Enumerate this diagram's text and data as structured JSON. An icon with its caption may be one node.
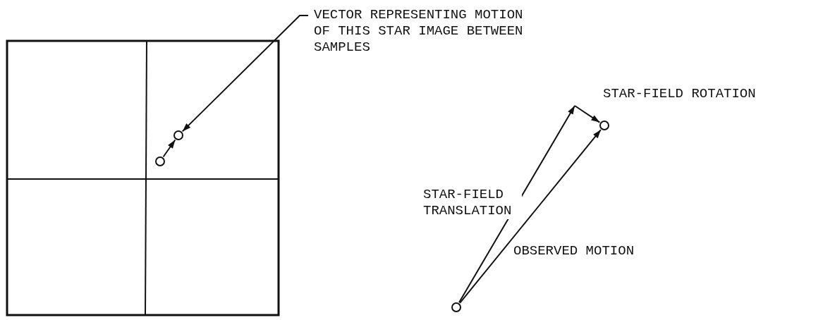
{
  "diagram": {
    "nodes": [
      {
        "text": [
          "VECTOR REPRESENTING MOTION OF THIS STAR IMAGE BETWEEN SAMPLES"
        ]
      },
      {
        "text": [],
        "shape": "circle"
      },
      {
        "text": [],
        "shape": "circle"
      },
      {
        "text": [],
        "shape": "circle"
      },
      {
        "text": [],
        "shape": "circle"
      }
    ],
    "edges": [
      {
        "from": 0,
        "to": 2,
        "arrow": "to"
      },
      {
        "from": 1,
        "to": 2,
        "arrow": "to"
      },
      {
        "from": 3,
        "to": null,
        "arrow": "to",
        "label": "STAR-FIELD TRANSLATION"
      },
      {
        "from": null,
        "to": 4,
        "arrow": "to",
        "label": "STAR-FIELD ROTATION"
      },
      {
        "from": 3,
        "to": 4,
        "arrow": "to",
        "label": "OBSERVED MOTION"
      }
    ]
  }
}
